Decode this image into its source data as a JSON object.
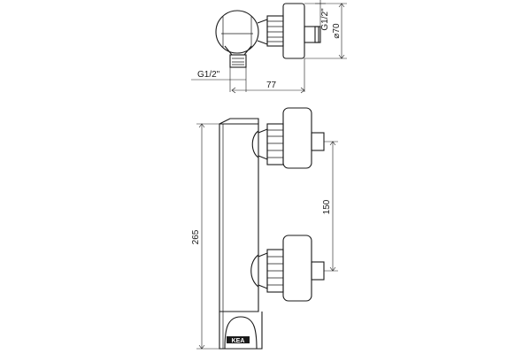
{
  "dimensions": {
    "thread_side": "G1/2\"",
    "flange_diameter": "⌀70",
    "thread_bottom": "G1/2\"",
    "depth": "77",
    "spacing": "150",
    "height": "265"
  },
  "logo_text": "KEA"
}
